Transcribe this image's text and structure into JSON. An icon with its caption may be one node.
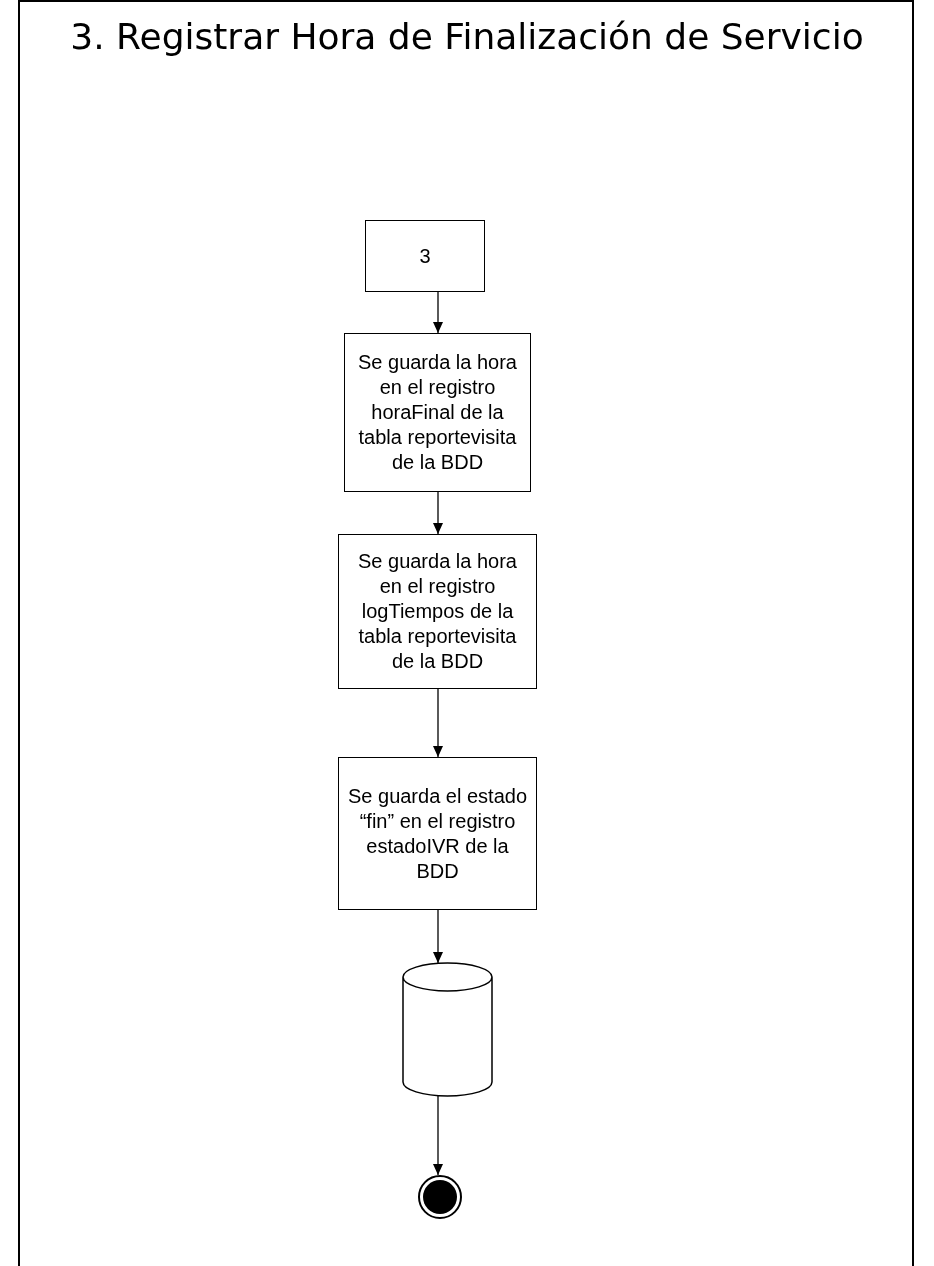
{
  "diagram": {
    "title": "3. Registrar Hora de Finalización de Servicio",
    "nodes": [
      {
        "text": [
          "3"
        ]
      },
      {
        "text": [
          "Se guarda la hora en el registro horaFinal de la tabla reportevisita de la BDD"
        ]
      },
      {
        "text": [
          "Se guarda la hora en el registro logTiempos de la tabla reportevisita de la BDD"
        ]
      },
      {
        "text": [
          "Se guarda el estado “fin” en el registro estadoIVR de la BDD"
        ]
      },
      {
        "text": [],
        "shape": "cylinder"
      },
      {
        "text": [],
        "shape": "circle"
      }
    ],
    "edges": [
      {
        "from": 0,
        "to": 1,
        "arrow": "to"
      },
      {
        "from": 1,
        "to": 2,
        "arrow": "to"
      },
      {
        "from": 2,
        "to": 3,
        "arrow": "to"
      },
      {
        "from": 3,
        "to": 4,
        "arrow": "to"
      },
      {
        "from": 4,
        "to": 5,
        "arrow": "to"
      }
    ]
  }
}
